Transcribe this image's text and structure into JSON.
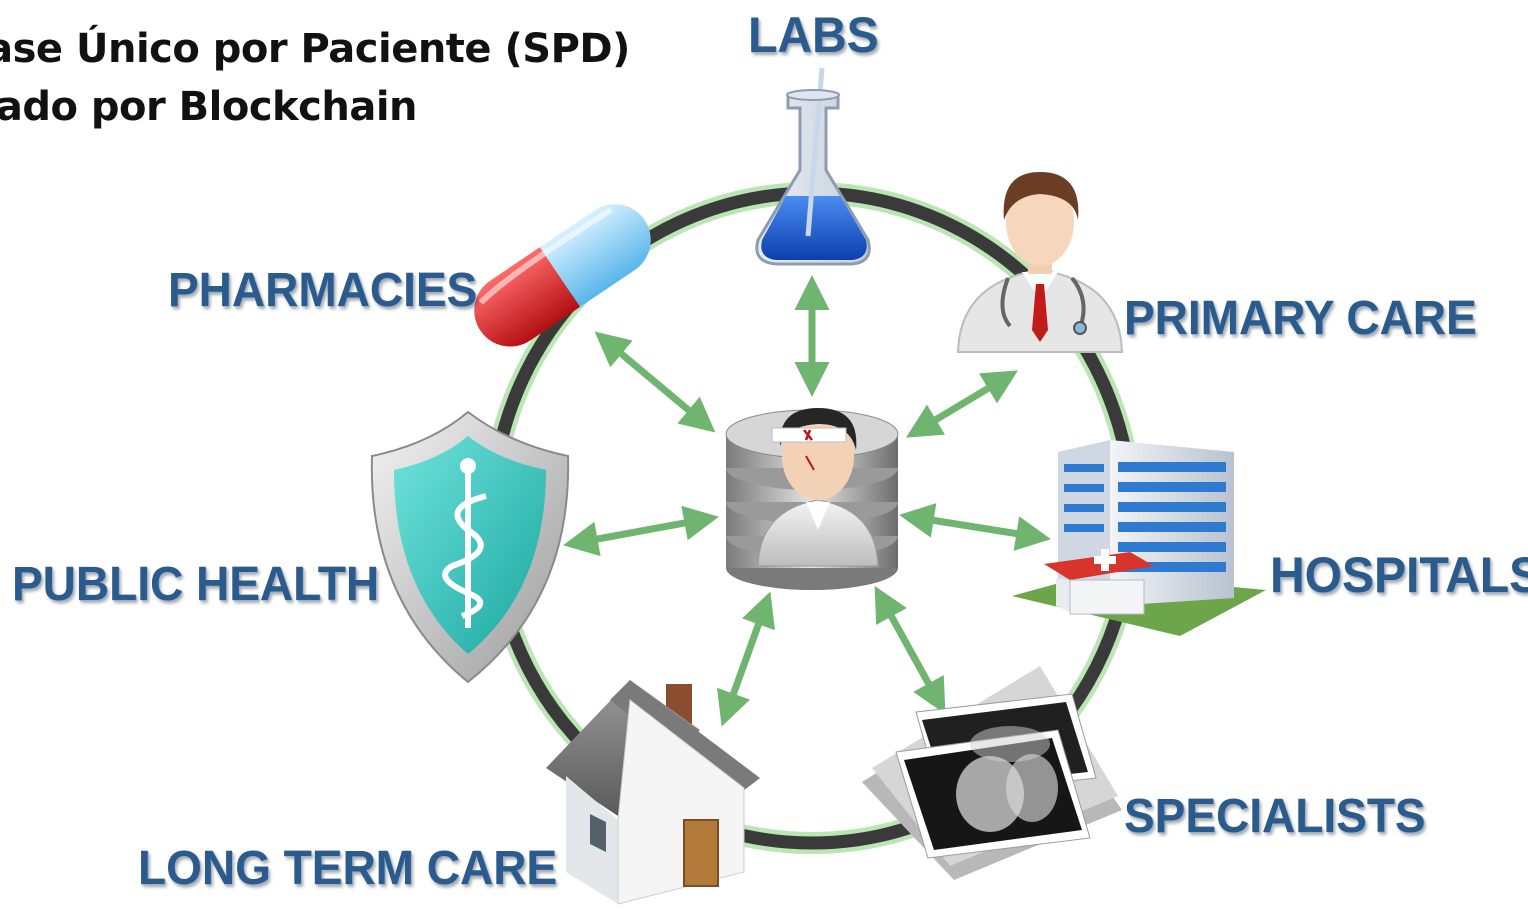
{
  "title": {
    "line1": "base Único por Paciente (SPD)",
    "line2": "rtado por Blockchain"
  },
  "nodes": {
    "labs": "LABS",
    "primary_care": "PRIMARY CARE",
    "hospitals": "HOSPITALS",
    "specialists": "SPECIALISTS",
    "long_term_care": "LONG TERM CARE",
    "public_health": "PUBLIC HEALTH",
    "pharmacies": "PHARMACIES"
  },
  "colors": {
    "label": "#2b5a8c",
    "ring": "#3a3a3a",
    "ring_glow": "#9fd89a",
    "arrow": "#6fb56f"
  },
  "icons": {
    "labs": "flask-icon",
    "primary_care": "doctor-icon",
    "hospitals": "hospital-building-icon",
    "specialists": "xray-films-icon",
    "long_term_care": "house-icon",
    "public_health": "caduceus-shield-icon",
    "pharmacies": "pill-capsule-icon",
    "center": "patient-database-icon"
  }
}
